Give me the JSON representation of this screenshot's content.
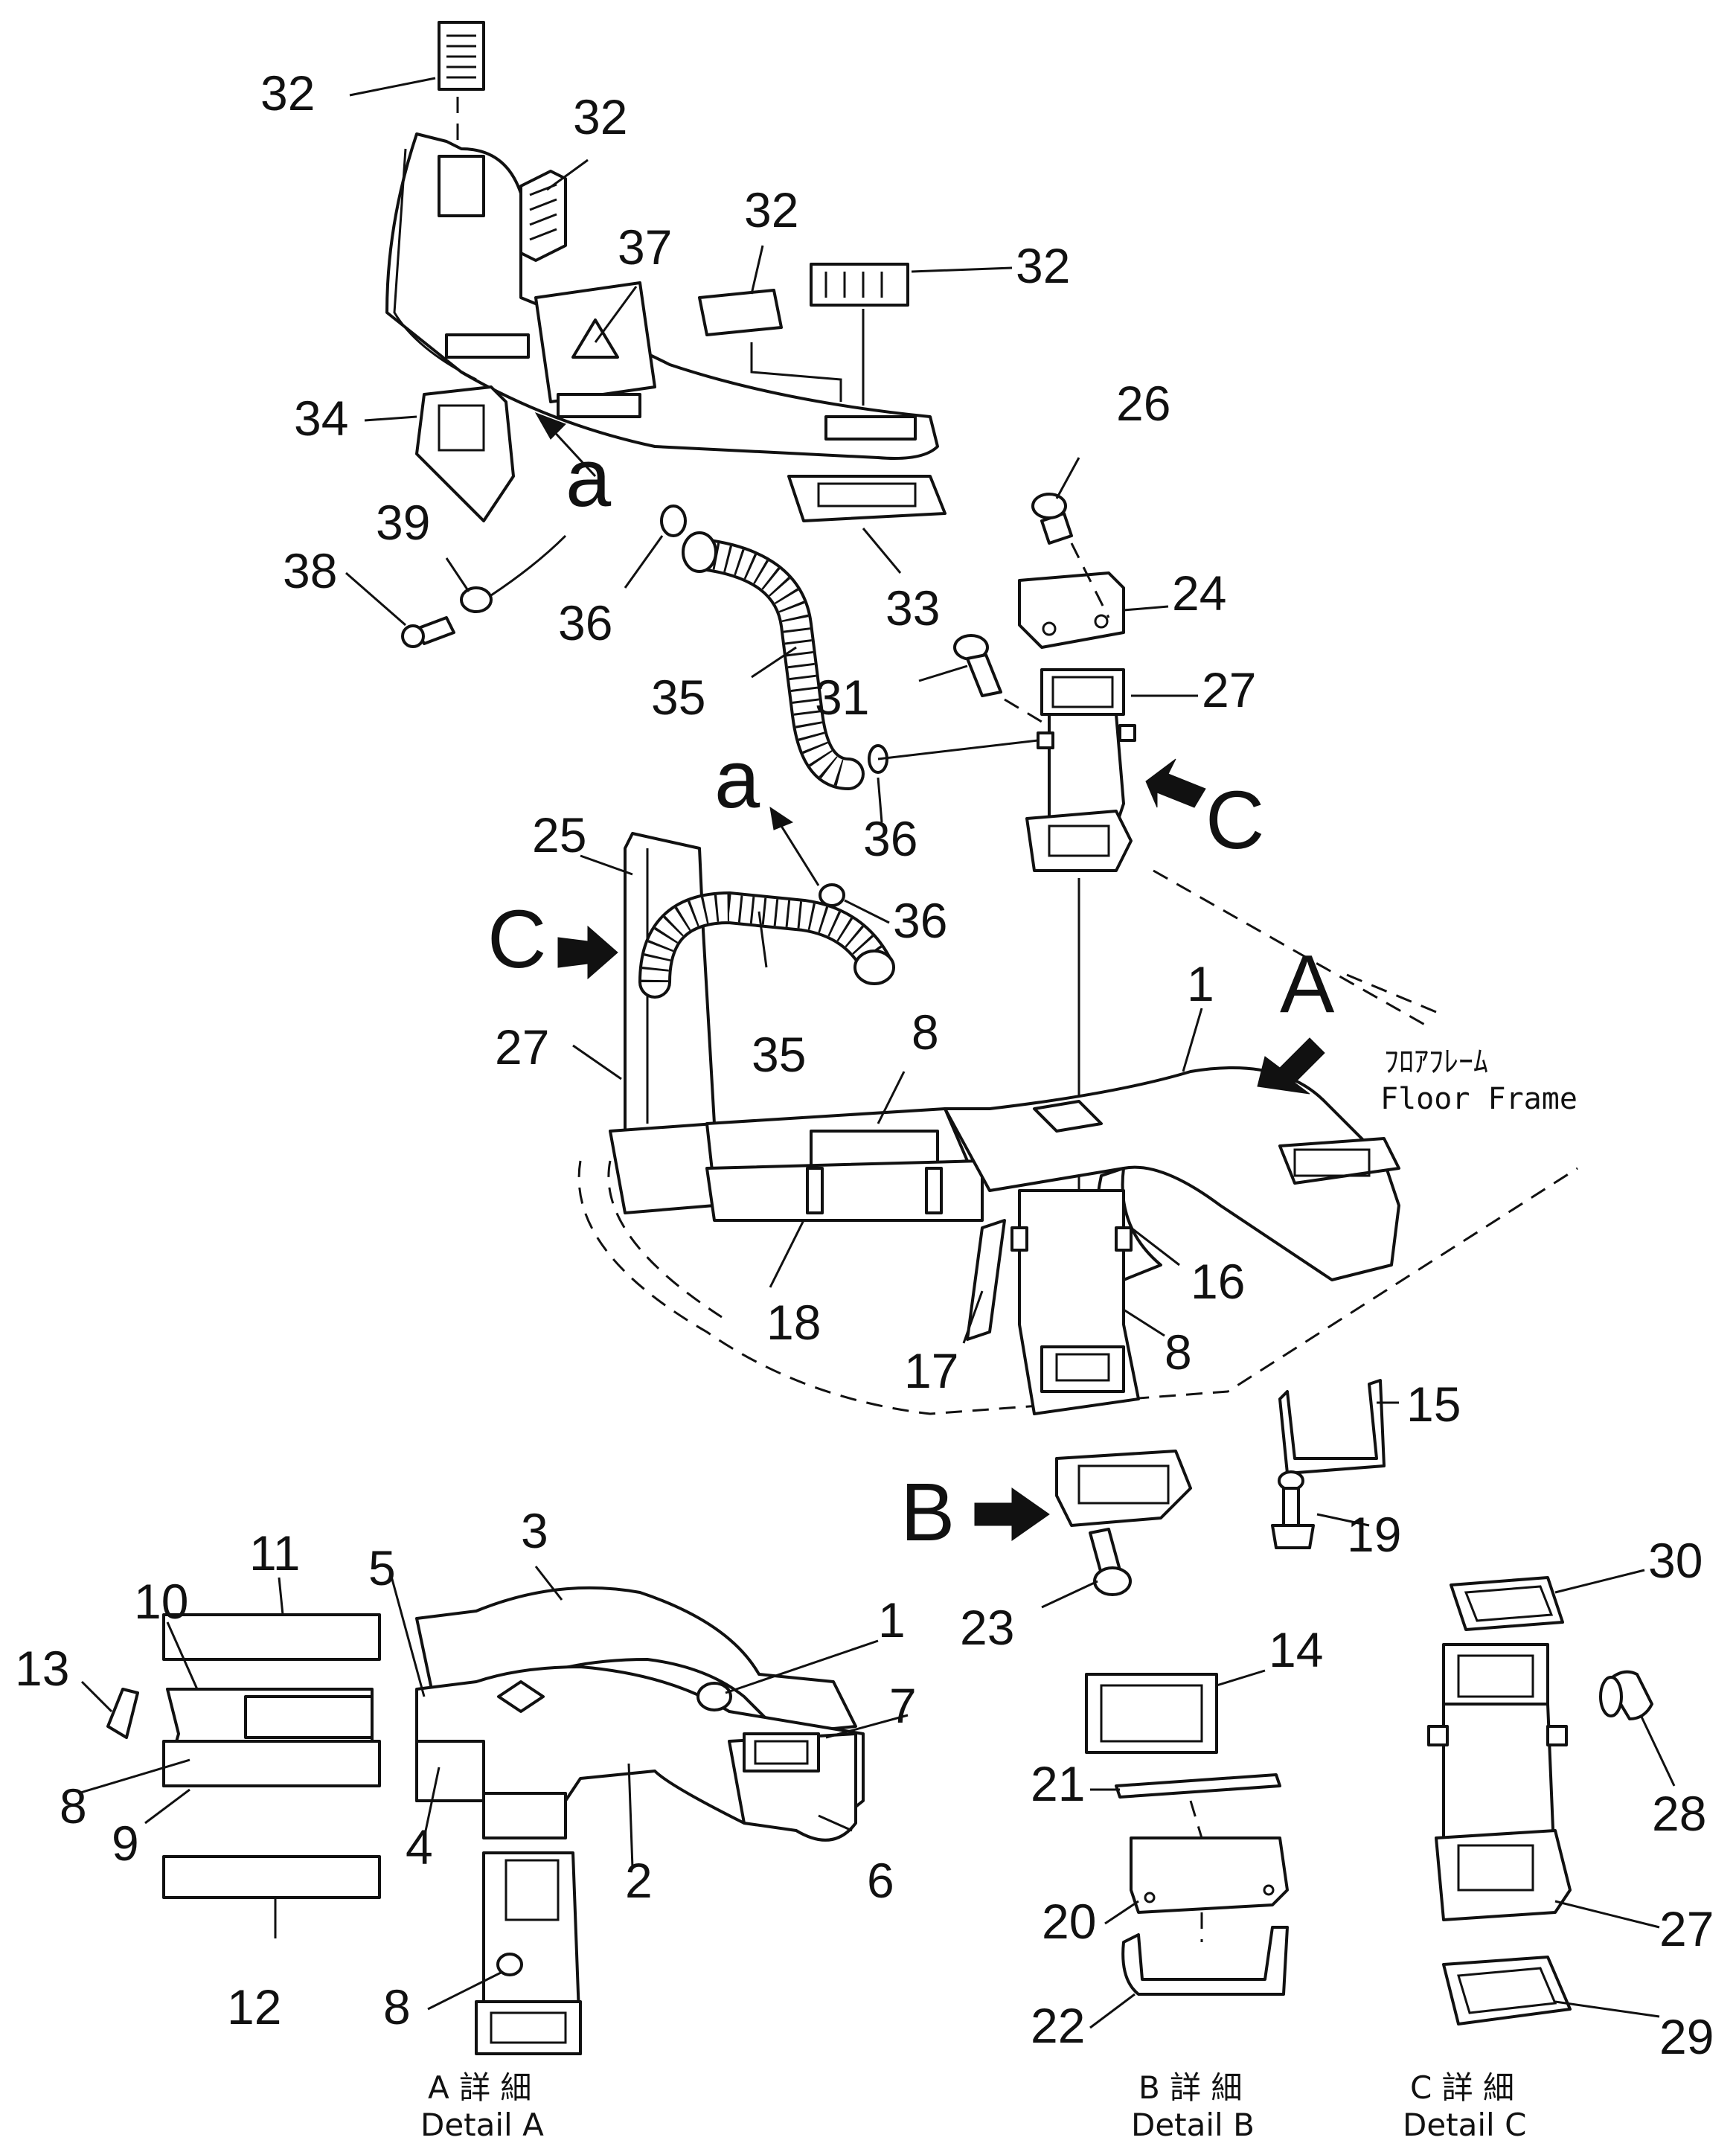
{
  "callouts": {
    "n1": "1",
    "n2": "2",
    "n3": "3",
    "n4": "4",
    "n5": "5",
    "n6": "6",
    "n7": "7",
    "n8": "8",
    "n9": "9",
    "n10": "10",
    "n11": "11",
    "n12": "12",
    "n13": "13",
    "n14": "14",
    "n15": "15",
    "n16": "16",
    "n17": "17",
    "n18": "18",
    "n19": "19",
    "n20": "20",
    "n21": "21",
    "n22": "22",
    "n23": "23",
    "n24": "24",
    "n25": "25",
    "n26": "26",
    "n27": "27",
    "n28": "28",
    "n29": "29",
    "n30": "30",
    "n31": "31",
    "n32": "32",
    "n33": "33",
    "n34": "34",
    "n35": "35",
    "n36": "36",
    "n37": "37",
    "n38": "38",
    "n39": "39"
  },
  "view_markers": {
    "a": "a",
    "A": "A",
    "B": "B",
    "C": "C"
  },
  "floor_frame": {
    "jp": "ﾌﾛｱﾌﾚｰﾑ",
    "en": "Floor Frame"
  },
  "details": {
    "a_jp": "A 詳 細",
    "a_en": "Detail A",
    "b_jp": "B 詳 細",
    "b_en": "Detail B",
    "c_jp": "C 詳 細",
    "c_en": "Detail C"
  }
}
